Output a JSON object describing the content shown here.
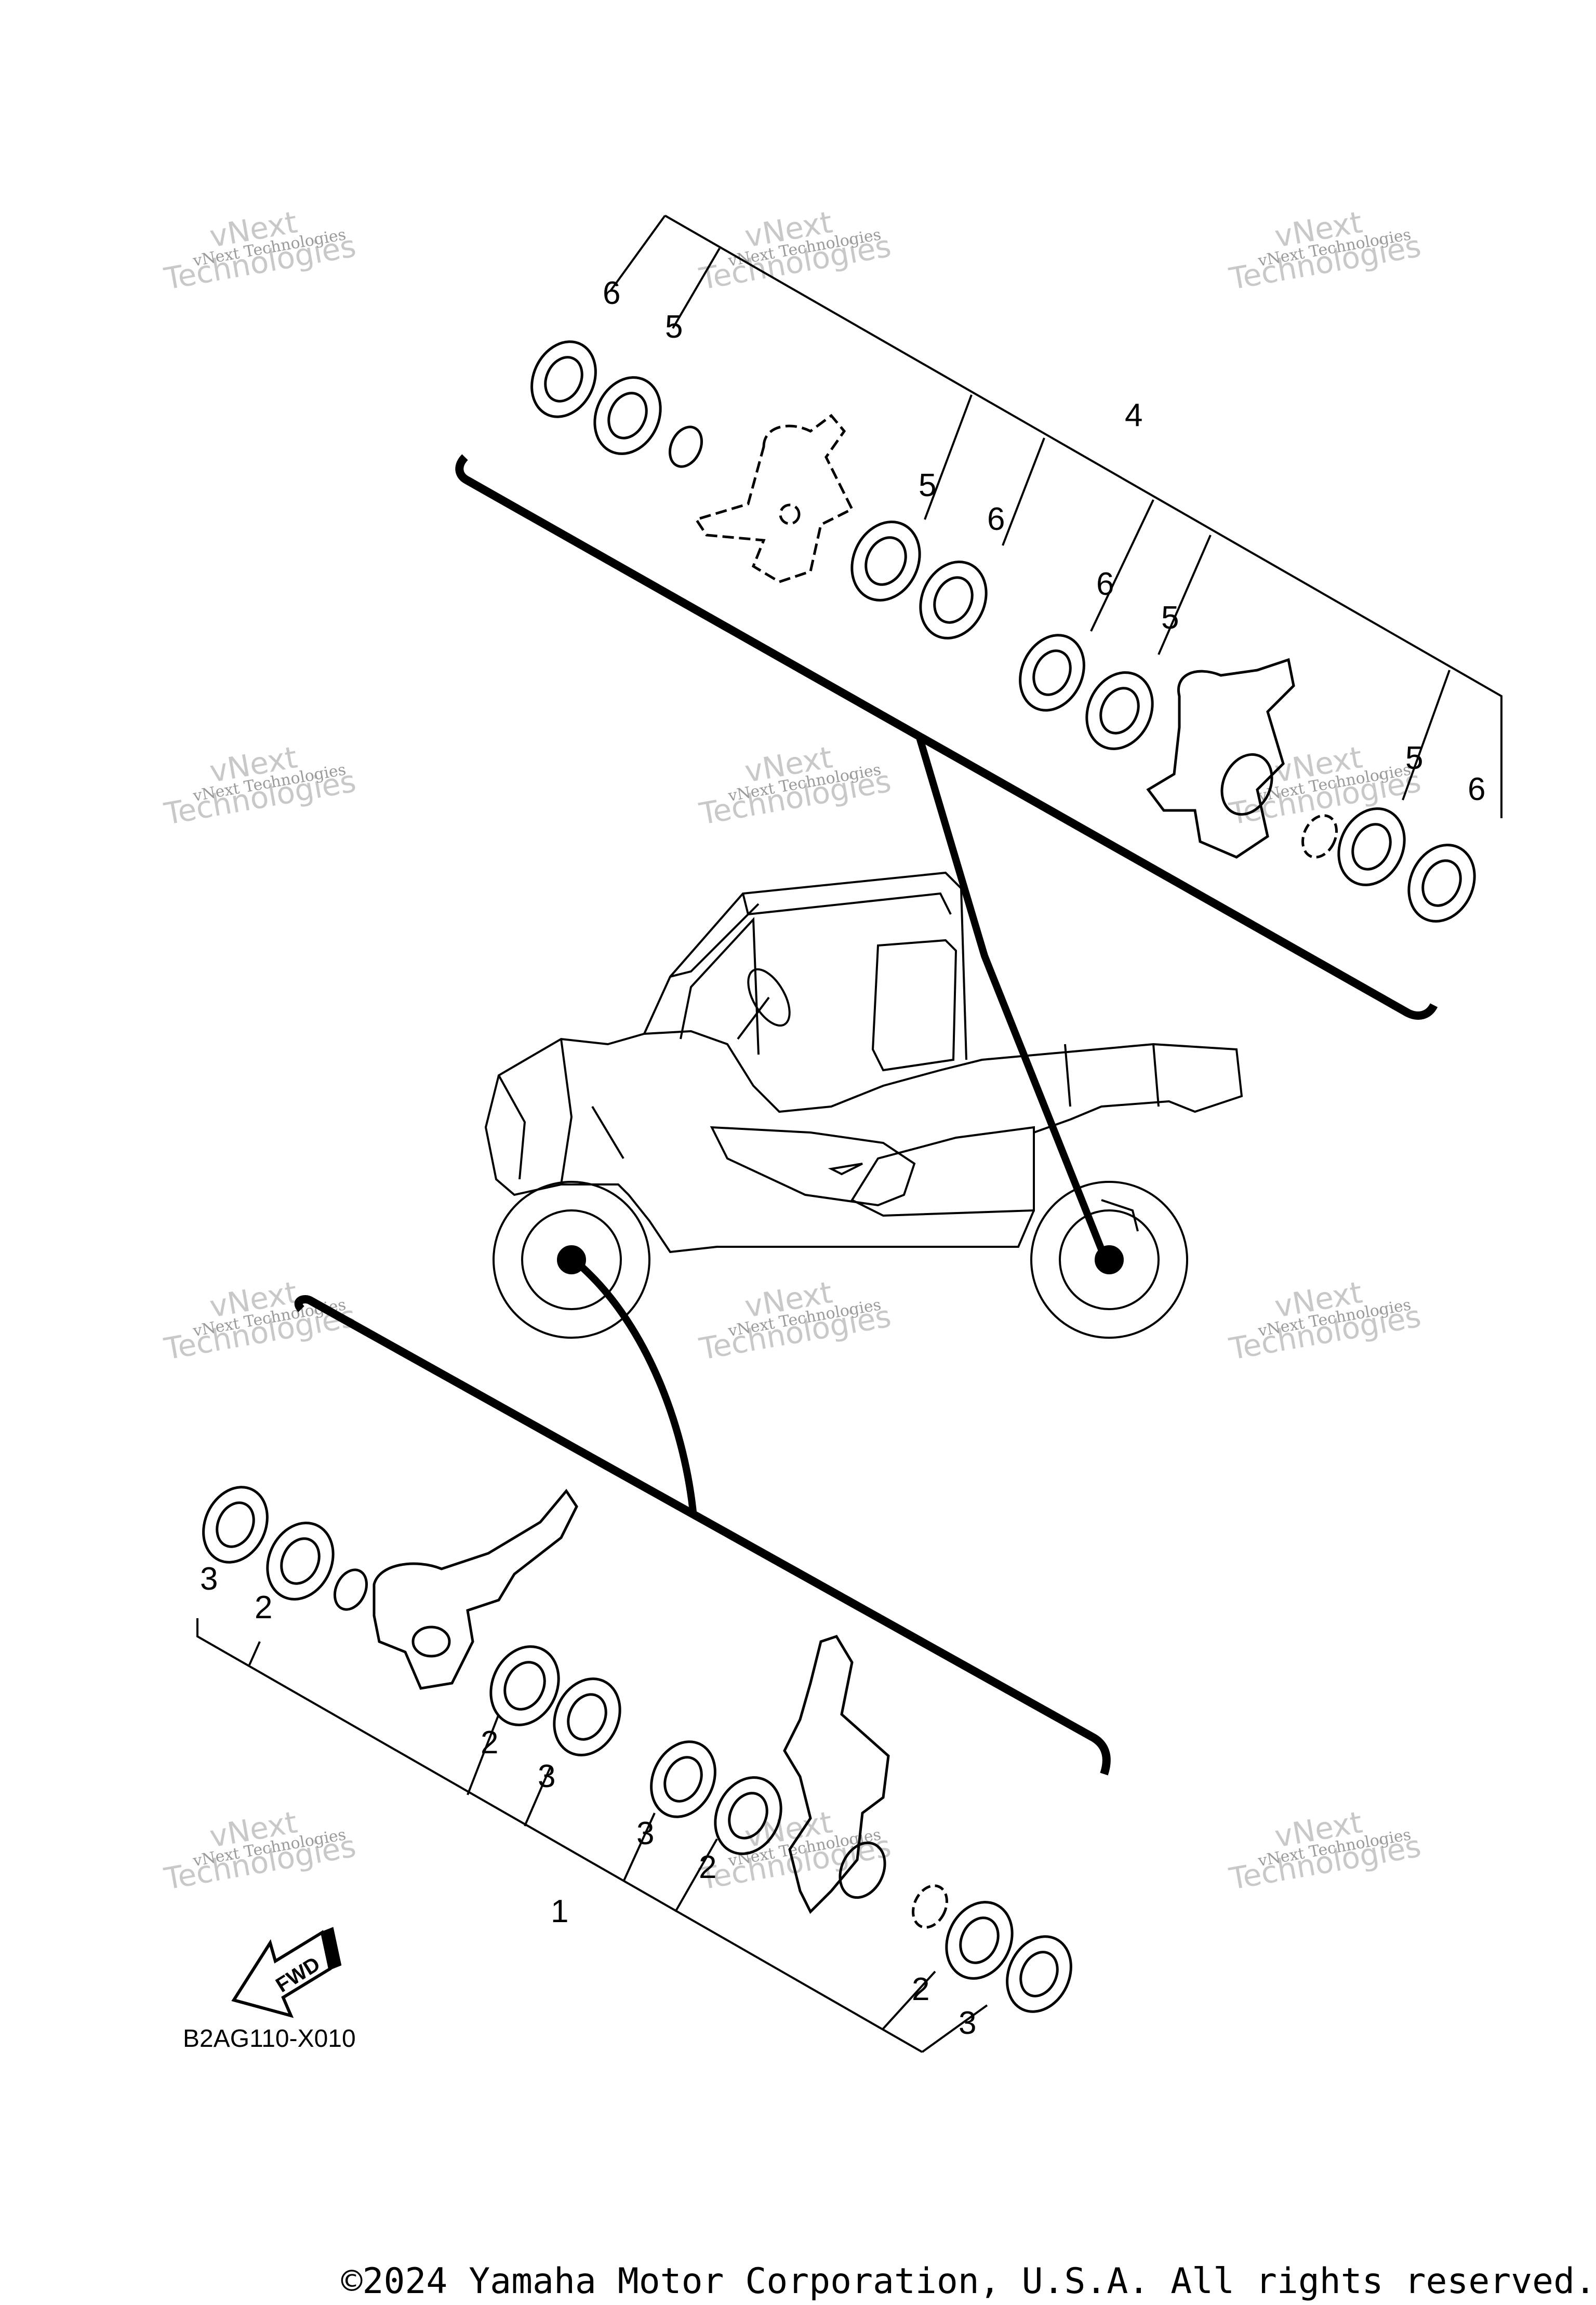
{
  "callouts": {
    "c1": "1",
    "c2a": "2",
    "c2b": "2",
    "c2c": "2",
    "c2d": "2",
    "c3a": "3",
    "c3b": "3",
    "c3c": "3",
    "c3d": "3",
    "c4": "4",
    "c5a": "5",
    "c5b": "5",
    "c5c": "5",
    "c5d": "5",
    "c6a": "6",
    "c6b": "6",
    "c6c": "6",
    "c6d": "6"
  },
  "watermark": {
    "line1": "vNext Technologies",
    "line2": "vNext",
    "line3": "Technologies"
  },
  "fwd_label": "FWD",
  "diagram_code": "B2AG110-X010",
  "copyright": "©2024 Yamaha Motor Corporation, U.S.A. All rights reserved."
}
